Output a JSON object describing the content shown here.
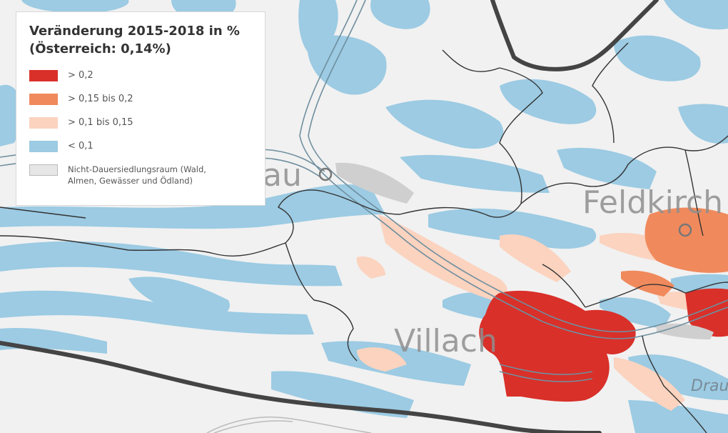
{
  "legend": {
    "title_line1": "Veränderung 2015-2018 in %",
    "title_line2": "(Österreich: 0,14%)",
    "items": [
      {
        "label": "> 0,2",
        "color": "#d9302a"
      },
      {
        "label": "> 0,15 bis 0,2",
        "color": "#f08a5d"
      },
      {
        "label": "> 0,1 bis 0,15",
        "color": "#fbd3bf"
      },
      {
        "label": "< 0,1",
        "color": "#9ccbe3"
      },
      {
        "label": "Nicht-Dauersiedlungsraum (Wald, Almen, Gewässer und Ödland)",
        "color": "#e6e6e6"
      }
    ]
  },
  "places": {
    "feldkirchen": "Feldkirch",
    "villach": "Villach",
    "spittal_fragment": "au",
    "drau": "Drau"
  },
  "colors": {
    "background": "#f1f1f1",
    "water_line": "#6f8f9f"
  }
}
